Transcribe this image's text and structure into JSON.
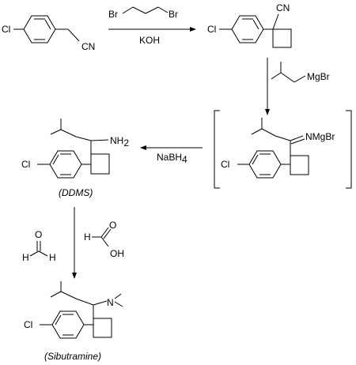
{
  "atoms": {
    "cl": "Cl",
    "cn": "CN",
    "br": "Br",
    "mgbr": "MgBr",
    "nmgbr": "NMgBr",
    "nh": "NH",
    "two": "2",
    "n": "N",
    "h": "H",
    "o": "O",
    "oh": "OH"
  },
  "reagents": {
    "step1": "KOH",
    "step3_main": "NaBH",
    "step3_sub": "4"
  },
  "names": {
    "ddms": "(DDMS)",
    "sibutramine": "(Sibutramine)"
  },
  "colors": {
    "line": "#000000",
    "background": "#ffffff"
  }
}
